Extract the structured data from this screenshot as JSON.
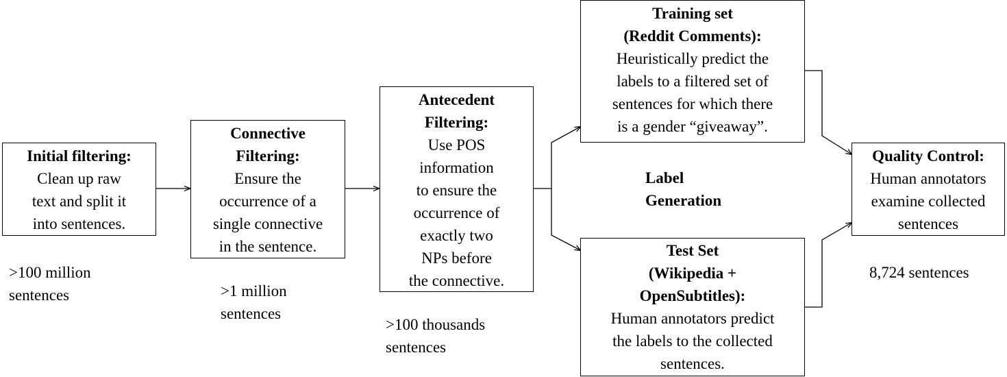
{
  "stages": [
    {
      "title": [
        "Initial filtering:"
      ],
      "body": [
        "Clean up raw",
        "text and split it",
        "into sentences."
      ],
      "count": [
        ">100 million",
        "sentences"
      ]
    },
    {
      "title": [
        "Connective",
        "Filtering:"
      ],
      "body": [
        "Ensure the",
        "occurrence of a",
        "single connective",
        "in the sentence."
      ],
      "count": [
        ">1 million",
        "sentences"
      ]
    },
    {
      "title": [
        "Antecedent",
        "Filtering:"
      ],
      "body": [
        "Use POS",
        "information",
        "to ensure the",
        "occurrence of",
        "exactly two",
        "NPs before",
        "the connective."
      ],
      "count": [
        ">100 thousands",
        "sentences"
      ]
    },
    {
      "title": [
        "Training set",
        "(Reddit Comments):"
      ],
      "body": [
        "Heuristically predict the",
        "labels to a filtered set of",
        "sentences for which there",
        "is a gender “giveaway”."
      ]
    },
    {
      "title": [
        "Test Set",
        "(Wikipedia +",
        "OpenSubtitles):"
      ],
      "body": [
        "Human annotators predict",
        "the labels to the collected",
        "sentences."
      ]
    },
    {
      "title": [
        "Quality Control:"
      ],
      "body": [
        "Human annotators",
        "examine collected",
        "sentences"
      ],
      "count": [
        "8,724 sentences"
      ]
    }
  ],
  "label_generation": [
    "Label",
    "Generation"
  ]
}
